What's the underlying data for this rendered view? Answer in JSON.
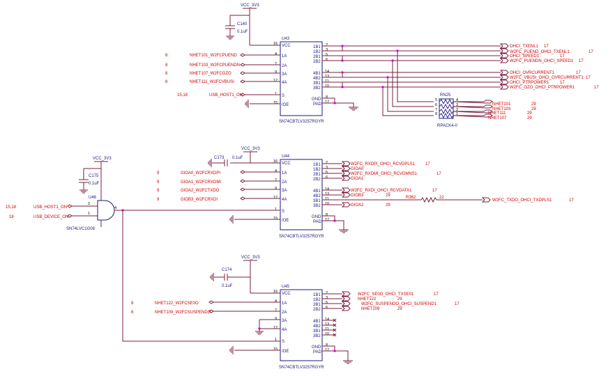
{
  "chips": {
    "u43": {
      "ref": "U43",
      "part": "SN74CBTLV3257RGYR"
    },
    "u44": {
      "ref": "U44",
      "part": "SN74CBTLV3257RGYR"
    },
    "u45": {
      "ref": "U45",
      "part": "SN74CBTLV3257RGYR"
    },
    "u46": {
      "ref": "U46",
      "part": "SN74LVC1G08"
    }
  },
  "chip_pins": {
    "left": [
      "VCC",
      "1A",
      "2A",
      "3A",
      "4A",
      "S",
      "/OE"
    ],
    "left_nums": [
      "16",
      "4",
      "7",
      "9",
      "12",
      "1",
      "15"
    ],
    "right": [
      "1B1",
      "1B2",
      "2B1",
      "2B2",
      "4B1",
      "4B2",
      "3B1",
      "3B2",
      "GND",
      "PAD"
    ],
    "right_nums": [
      "2",
      "3",
      "5",
      "6",
      "14",
      "13",
      "11",
      "10",
      "8",
      "17"
    ]
  },
  "power": {
    "vcc": "VCC_3V3"
  },
  "caps": [
    {
      "ref": "C140",
      "value": "0.1uF"
    },
    {
      "ref": "C173",
      "value": "0.1uF"
    },
    {
      "ref": "C174",
      "value": "0.1uF"
    },
    {
      "ref": "C175",
      "value": "0.1uF"
    }
  ],
  "u43_left": [
    {
      "page": "8",
      "net": "NHET101_W2FCPUEND"
    },
    {
      "page": "8",
      "net": "NHET103_W2FCPUENDN"
    },
    {
      "page": "8",
      "net": "NHET107_W2FCGZO"
    },
    {
      "page": "8",
      "net": "NHET111_W2FCVBUSI"
    },
    {
      "page": "15,18",
      "net": "USB_HOST1_ON"
    }
  ],
  "u43_right": [
    {
      "net": "OHCI_TXENL1",
      "page": "17"
    },
    {
      "net": "W2FC_PUEND_OHCI_TXENL1",
      "page": "17"
    },
    {
      "net": "OHCI_SPEED1",
      "page": "17"
    },
    {
      "net": "W2FC_PUENDN_OHCI_SPEED1",
      "page": "17"
    },
    {
      "net": "OHCI_OVRCURRENT1",
      "page": "17"
    },
    {
      "net": "W2FC_VBUSI_OHCI_OVRCURRENT1",
      "page": "17"
    },
    {
      "net": "OHCI_PTRPOWER1",
      "page": "17"
    },
    {
      "net": "W2FC_GZO_OHCI_PTRPOWER1",
      "page": "17"
    }
  ],
  "rn25": {
    "ref": "RN25",
    "part": "RPACK4-0",
    "left_pins": [
      "5",
      "6",
      "7",
      "8"
    ],
    "right_pins": [
      "4",
      "3",
      "2",
      "1"
    ],
    "outputs": [
      {
        "net": "NHET101",
        "page": "29"
      },
      {
        "net": "NHET103",
        "page": "29"
      },
      {
        "net": "NHET111",
        "page": "29"
      },
      {
        "net": "NHET107",
        "page": "29"
      }
    ]
  },
  "u44_left": [
    {
      "page": "9",
      "net": "GIOA0_W2FCRXDPI"
    },
    {
      "page": "9",
      "net": "GIOA1_W2FCRXDMI"
    },
    {
      "page": "9",
      "net": "GIOA2_W2FCTXDO"
    },
    {
      "page": "9",
      "net": "GIOB3_W2FCRXDI"
    }
  ],
  "u44_right": [
    {
      "net": "W2FC_RXDPI_OHCI_RCVDPLS1",
      "page": "17"
    },
    {
      "net": "GIOA0",
      "page": ""
    },
    {
      "net": "W2FC_RXDMI_OHCI_RCVDMNS1",
      "page": "17"
    },
    {
      "net": "GIOA1",
      "page": ""
    },
    {
      "net": "W2FC_RXDI_OHCI_RCVDATA1",
      "page": "17"
    },
    {
      "net": "GIOB3",
      "page": "29"
    },
    {
      "net": "",
      "page": ""
    },
    {
      "net": "GIOA2",
      "page": "29"
    }
  ],
  "r362": {
    "ref": "R362",
    "value": "22",
    "net": "W2FC_TXDO_OHCI_TXDPLS1",
    "page": "17"
  },
  "u46_inputs": [
    {
      "page": "15,18",
      "net": "USB_HOST1_ON",
      "pin": "2"
    },
    {
      "page": "18",
      "net": "USB_DEVICE_ON",
      "pin": "1"
    }
  ],
  "u46_out_pin": "4",
  "u45_left": [
    {
      "page": "8",
      "net": "NHET122_W2FCSE0O"
    },
    {
      "page": "8",
      "net": "NHET109_W2FCSUSPENDO"
    }
  ],
  "u45_right": [
    {
      "net": "W2FC_SE0O_OHCI_TXSE01",
      "page": "17"
    },
    {
      "net": "NHET122",
      "page": "29"
    },
    {
      "net": "W2FC_SUSPENDO_OHCI_SUSPEND1",
      "page": "17"
    },
    {
      "net": "NHET109",
      "page": "29"
    }
  ]
}
